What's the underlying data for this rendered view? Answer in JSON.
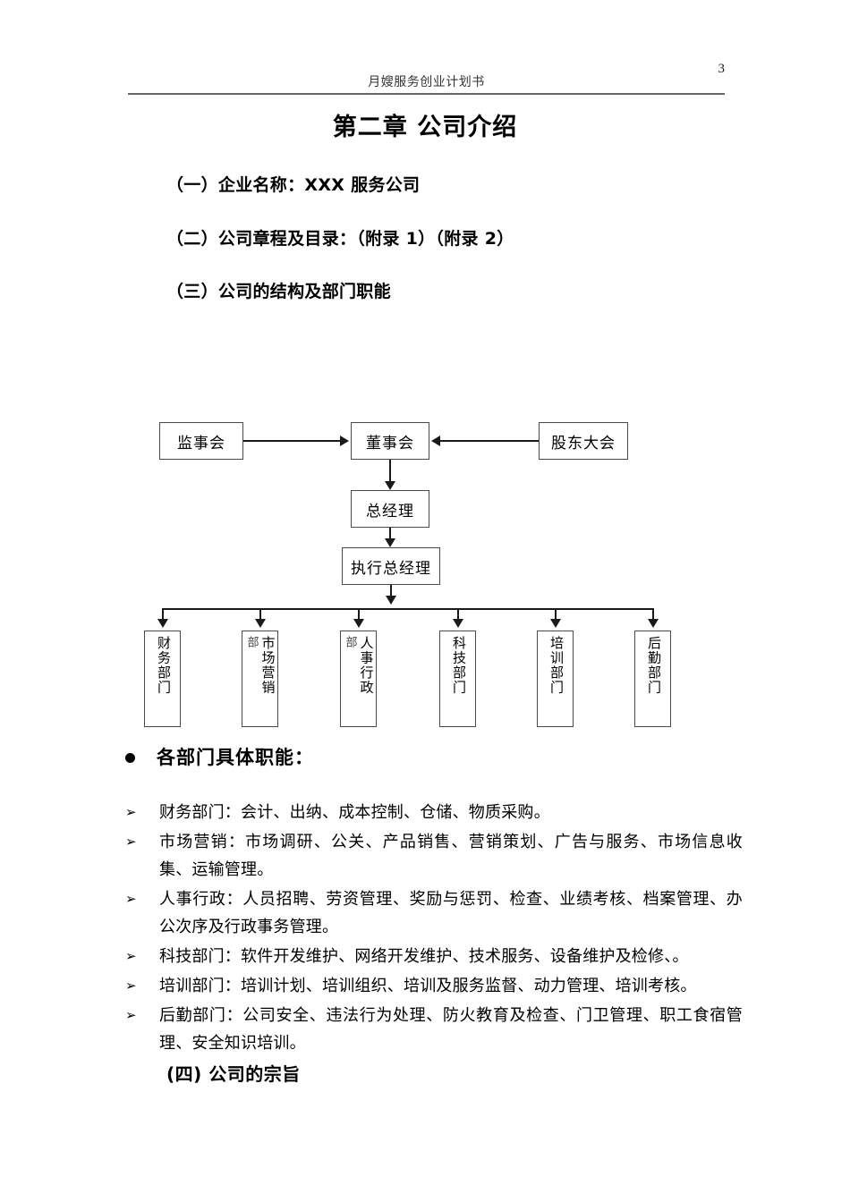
{
  "page": {
    "number": "3",
    "header_title": "月嫂服务创业计划书",
    "chapter_title": "第二章  公司介绍"
  },
  "sections": [
    {
      "id": "company-name",
      "text": "（一）企业名称：XXX 服务公司"
    },
    {
      "id": "articles-contents",
      "text": "（二）公司章程及目录：（附录 1）（附录 2）"
    },
    {
      "id": "structure-duties",
      "text": "（三）公司的结构及部门职能"
    }
  ],
  "org_chart": {
    "supervisory_board": "监事会",
    "board_of_directors": "董事会",
    "shareholders_meeting": "股东大会",
    "general_manager": "总经理",
    "executive_general_manager": "执行总经理",
    "departments": [
      {
        "name": "财务部门",
        "continuation": ""
      },
      {
        "name": "市场营销",
        "continuation": "部"
      },
      {
        "name": "人事行政",
        "continuation": "部"
      },
      {
        "name": "科技部门",
        "continuation": ""
      },
      {
        "name": "培训部门",
        "continuation": ""
      },
      {
        "name": "后勤部门",
        "continuation": ""
      }
    ]
  },
  "duties": {
    "heading": "各部门具体职能：",
    "bullet_marker": "➢",
    "items": [
      {
        "text": "财务部门：会计、出纳、成本控制、仓储、物质采购。"
      },
      {
        "text": "市场营销：市场调研、公关、产品销售、营销策划、广告与服务、市场信息收集、运输管理。"
      },
      {
        "text": "人事行政：人员招聘、劳资管理、奖励与惩罚、检查、业绩考核、档案管理、办公次序及行政事务管理。"
      },
      {
        "text": "科技部门：软件开发维护、网络开发维护、技术服务、设备维护及检修、。"
      },
      {
        "text": "培训部门：培训计划、培训组织、培训及服务监督、动力管理、培训考核。"
      },
      {
        "text": "后勤部门：公司安全、违法行为处理、防火教育及检查、门卫管理、职工食宿管理、安全知识培训。"
      }
    ]
  },
  "closing": {
    "heading": "(四) 公司的宗旨"
  }
}
